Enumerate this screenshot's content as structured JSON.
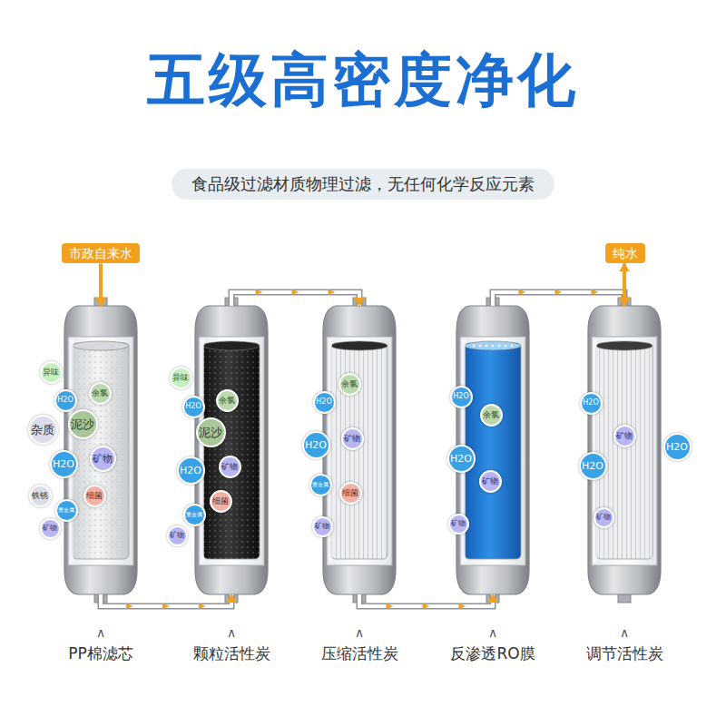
{
  "diagram": {
    "title": "五级高密度净化",
    "nodes": [
      {
        "text": [
          "市政自来水"
        ]
      },
      {
        "text": [
          "PP棉滤芯"
        ]
      },
      {
        "text": [
          "异味"
        ],
        "in": 1
      },
      {
        "text": [
          "H2O"
        ],
        "in": 1
      },
      {
        "text": [
          "余氯"
        ],
        "in": 1
      },
      {
        "text": [
          "杂质"
        ],
        "in": 1
      },
      {
        "text": [
          "泥沙"
        ],
        "in": 1
      },
      {
        "text": [
          "H2O"
        ],
        "in": 1
      },
      {
        "text": [
          "矿物"
        ],
        "in": 1
      },
      {
        "text": [
          "铁锈"
        ],
        "in": 1
      },
      {
        "text": [
          "重金属"
        ],
        "in": 1
      },
      {
        "text": [
          "细菌"
        ],
        "in": 1
      },
      {
        "text": [
          "矿物"
        ],
        "in": 1
      },
      {
        "text": [
          "颗粒活性炭"
        ]
      },
      {
        "text": [
          "异味"
        ],
        "in": 13
      },
      {
        "text": [
          "H2O"
        ],
        "in": 13
      },
      {
        "text": [
          "余氯"
        ],
        "in": 13
      },
      {
        "text": [
          "泥沙"
        ],
        "in": 13
      },
      {
        "text": [
          "矿物"
        ],
        "in": 13
      },
      {
        "text": [
          "H2O"
        ],
        "in": 13
      },
      {
        "text": [
          "细菌"
        ],
        "in": 13
      },
      {
        "text": [
          "重金属"
        ],
        "in": 13
      },
      {
        "text": [
          "矿物"
        ],
        "in": 13
      },
      {
        "text": [
          "压缩活性炭"
        ]
      },
      {
        "text": [
          "H2O"
        ],
        "in": 23
      },
      {
        "text": [
          "余氯"
        ],
        "in": 23
      },
      {
        "text": [
          "矿物"
        ],
        "in": 23
      },
      {
        "text": [
          "H2O"
        ],
        "in": 23
      },
      {
        "text": [
          "重金属"
        ],
        "in": 23
      },
      {
        "text": [
          "细菌"
        ],
        "in": 23
      },
      {
        "text": [
          "矿物"
        ],
        "in": 23
      },
      {
        "text": [
          "反渗透RO膜"
        ]
      },
      {
        "text": [
          "H2O"
        ],
        "in": 31
      },
      {
        "text": [
          "余氯"
        ],
        "in": 31
      },
      {
        "text": [
          "H2O"
        ],
        "in": 31
      },
      {
        "text": [
          "矿物"
        ],
        "in": 31
      },
      {
        "text": [
          "矿物"
        ],
        "in": 31
      },
      {
        "text": [
          "调节活性炭"
        ]
      },
      {
        "text": [
          "H2O"
        ],
        "in": 37
      },
      {
        "text": [
          "矿物"
        ],
        "in": 37
      },
      {
        "text": [
          "H2O"
        ],
        "in": 37
      },
      {
        "text": [
          "矿物"
        ],
        "in": 37
      },
      {
        "text": [
          "H2O"
        ]
      },
      {
        "text": [
          "纯水"
        ]
      }
    ],
    "edges": [
      {
        "from": 0,
        "to": 1,
        "arrow": "to"
      },
      {
        "from": 1,
        "to": 13,
        "arrow": "to"
      },
      {
        "from": 13,
        "to": 23,
        "arrow": "to"
      },
      {
        "from": 23,
        "to": 31,
        "arrow": "to"
      },
      {
        "from": 31,
        "to": 37,
        "arrow": "to"
      },
      {
        "from": 37,
        "to": 43,
        "arrow": "to"
      }
    ],
    "labels": [
      "食品级过滤材质物理过滤，无任何化学反应元素",
      "∧",
      "∧",
      "∧",
      "∧",
      "∧"
    ]
  }
}
